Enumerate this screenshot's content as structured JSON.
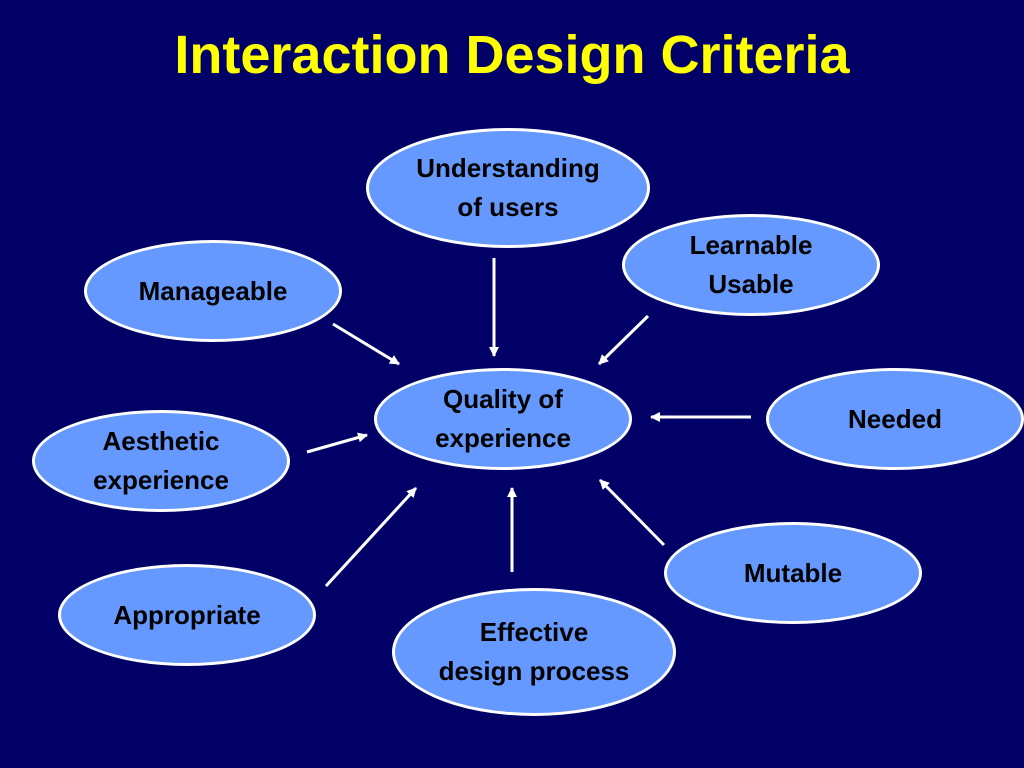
{
  "title": "Interaction Design Criteria",
  "colors": {
    "background": "#000066",
    "title": "#FFFF00",
    "node_fill": "#6699FF",
    "node_border": "#FFFFFF",
    "arrow": "#FFFFFF"
  },
  "center": {
    "lines": [
      "Quality of",
      "experience"
    ]
  },
  "nodes": [
    {
      "id": "understanding",
      "lines": [
        "Understanding",
        "of users"
      ]
    },
    {
      "id": "learnable",
      "lines": [
        "Learnable",
        "Usable"
      ]
    },
    {
      "id": "manageable",
      "lines": [
        "Manageable"
      ]
    },
    {
      "id": "aesthetic",
      "lines": [
        "Aesthetic",
        "experience"
      ]
    },
    {
      "id": "needed",
      "lines": [
        "Needed"
      ]
    },
    {
      "id": "appropriate",
      "lines": [
        "Appropriate"
      ]
    },
    {
      "id": "effective",
      "lines": [
        "Effective",
        "design process"
      ]
    },
    {
      "id": "mutable",
      "lines": [
        "Mutable"
      ]
    }
  ],
  "edges": [
    {
      "from": "understanding",
      "to": "center"
    },
    {
      "from": "learnable",
      "to": "center"
    },
    {
      "from": "manageable",
      "to": "center"
    },
    {
      "from": "aesthetic",
      "to": "center"
    },
    {
      "from": "needed",
      "to": "center"
    },
    {
      "from": "appropriate",
      "to": "center"
    },
    {
      "from": "effective",
      "to": "center"
    },
    {
      "from": "mutable",
      "to": "center"
    }
  ]
}
